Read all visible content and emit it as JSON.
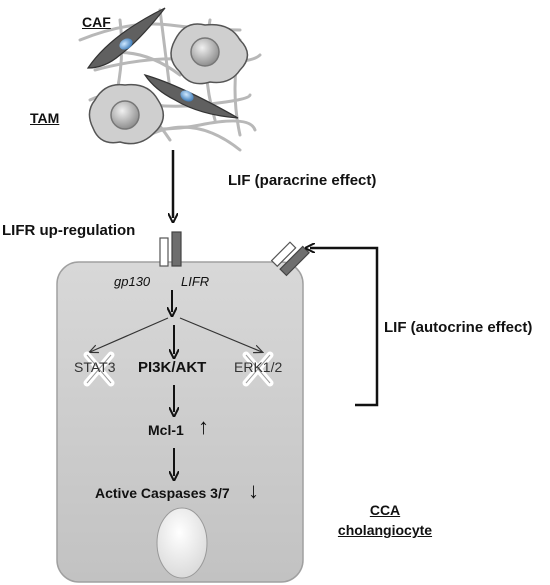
{
  "cells": {
    "caf_label": "CAF",
    "tam_label": "TAM"
  },
  "paracrine": {
    "label": "LIF (paracrine effect)"
  },
  "receptor": {
    "upregulation_label": "LIFR up-regulation",
    "gp130_label": "gp130",
    "lifr_label": "LIFR"
  },
  "pathway": {
    "stat3_label": "STAT3",
    "pi3k_label": "PI3K/AKT",
    "erk_label": "ERK1/2",
    "mcl1_label": "Mcl-1",
    "mcl1_direction": "↑",
    "caspase_label": "Active Caspases 3/7",
    "caspase_direction": "↓"
  },
  "autocrine": {
    "label": "LIF (autocrine effect)"
  },
  "cholangiocyte": {
    "title": "CCA",
    "subtitle": "cholangiocyte"
  }
}
